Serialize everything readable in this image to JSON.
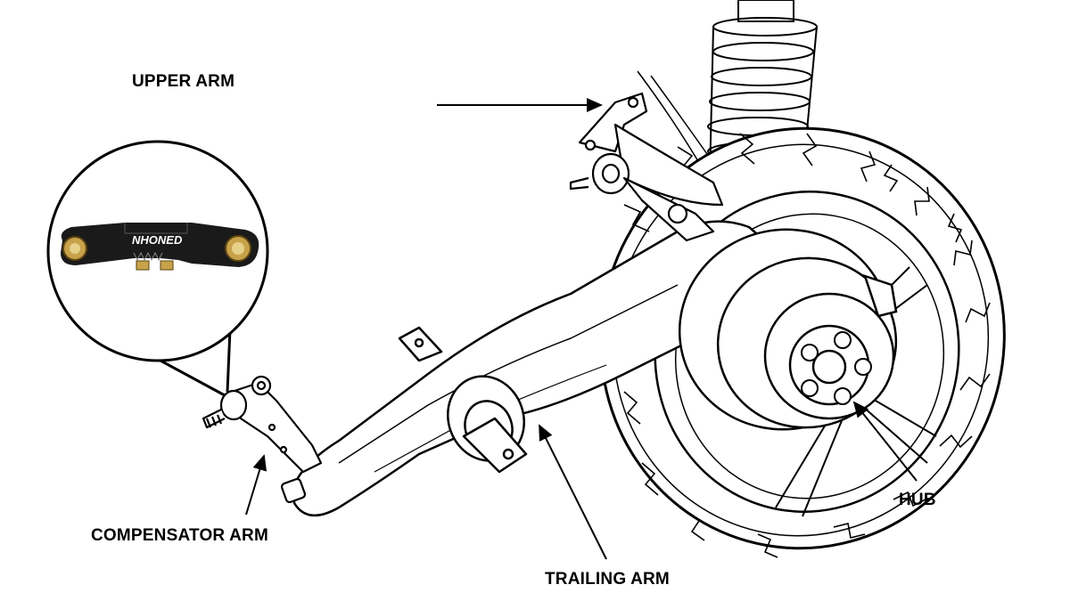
{
  "labels": {
    "upper_arm": "UPPER ARM",
    "compensator_arm": "COMPENSATOR ARM",
    "trailing_arm": "TRAILING ARM",
    "hub": "HUB"
  },
  "inset": {
    "brand_text": "NHONED"
  },
  "colors": {
    "line": "#000000",
    "background": "#ffffff",
    "part_black": "#1a1a1a",
    "bushing_gold": "#c8a24a"
  }
}
